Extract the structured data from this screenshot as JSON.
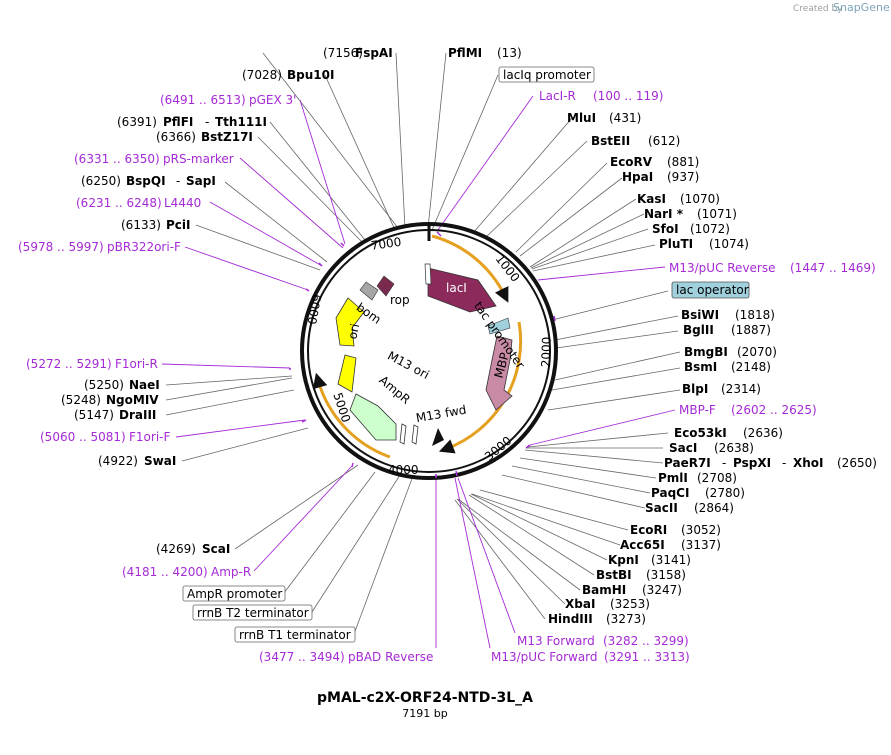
{
  "header": {
    "created_by": "Created by",
    "brand": "SnapGene"
  },
  "map": {
    "name": "pMAL-c2X-ORF24-NTD-3L_A",
    "length_label": "7191 bp",
    "ticks": [
      "1000",
      "2000",
      "3000",
      "4000",
      "5000",
      "6000",
      "7000"
    ]
  },
  "features": {
    "lacI": "lacI",
    "tac_promoter": "tac promoter",
    "mbp": "MBP",
    "m13_fwd": "M13 fwd",
    "ampr": "AmpR",
    "m13_ori": "M13 ori",
    "ori": "ori",
    "bom": "bom",
    "rop": "rop"
  },
  "labels": {
    "fspai": "FspAI",
    "fspai_pos": "(7156)",
    "pfimi": "PflMI",
    "pfimi_pos": "(13)",
    "laciq": "lacIq promoter",
    "bpu10i": "Bpu10I",
    "bpu10i_pos": "(7028)",
    "laci_r": "LacI-R",
    "laci_r_pos": "(100 .. 119)",
    "pgex3": "pGEX 3'",
    "pgex3_pos": "(6491 .. 6513)",
    "mlui": "MluI",
    "mlui_pos": "(431)",
    "pflfi": "PflFI",
    "pflfi_pos": "(6391)",
    "tth111i": "Tth111I",
    "bstz17i": "BstZ17I",
    "bstz17i_pos": "(6366)",
    "bsteii": "BstEII",
    "bsteii_pos": "(612)",
    "prs_marker": "pRS-marker",
    "prs_marker_pos": "(6331 .. 6350)",
    "ecorv": "EcoRV",
    "ecorv_pos": "(881)",
    "hpai": "HpaI",
    "hpai_pos": "(937)",
    "bspqi": "BspQI",
    "bspqi_pos": "(6250)",
    "sapi": "SapI",
    "kasi": "KasI",
    "kasi_pos": "(1070)",
    "l4440": "L4440",
    "l4440_pos": "(6231 .. 6248)",
    "nari": "NarI *",
    "nari_pos": "(1071)",
    "pcii": "PciI",
    "pcii_pos": "(6133)",
    "sfoi": "SfoI",
    "sfoi_pos": "(1072)",
    "pluti": "PluTI",
    "pluti_pos": "(1074)",
    "pbr322": "pBR322ori-F",
    "pbr322_pos": "(5978 .. 5997)",
    "m13puc_rev": "M13/pUC Reverse",
    "m13puc_rev_pos": "(1447 .. 1469)",
    "lac_operator": "lac operator",
    "bsiwi": "BsiWI",
    "bsiwi_pos": "(1818)",
    "bglii": "BglII",
    "bglii_pos": "(1887)",
    "bmgbi": "BmgBI",
    "bmgbi_pos": "(2070)",
    "f1ori_r": "F1ori-R",
    "f1ori_r_pos": "(5272 .. 5291)",
    "bsmi": "BsmI",
    "bsmi_pos": "(2148)",
    "naei": "NaeI",
    "naei_pos": "(5250)",
    "ngomiv": "NgoMIV",
    "ngomiv_pos": "(5248)",
    "blpi": "BlpI",
    "blpi_pos": "(2314)",
    "draiii": "DraIII",
    "draiii_pos": "(5147)",
    "mbp_f": "MBP-F",
    "mbp_f_pos": "(2602 .. 2625)",
    "f1ori_f": "F1ori-F",
    "f1ori_f_pos": "(5060 .. 5081)",
    "eco53ki": "Eco53kI",
    "eco53ki_pos": "(2636)",
    "saci": "SacI",
    "saci_pos": "(2638)",
    "swai": "SwaI",
    "swai_pos": "(4922)",
    "paer7i": "PaeR7I",
    "pspxi": "PspXI",
    "xhoi": "XhoI",
    "xhoi_pos": "(2650)",
    "pmli": "PmlI",
    "pmli_pos": "(2708)",
    "paqci": "PaqCI",
    "paqci_pos": "(2780)",
    "sacii": "SacII",
    "sacii_pos": "(2864)",
    "ecori": "EcoRI",
    "ecori_pos": "(3052)",
    "acc65i": "Acc65I",
    "acc65i_pos": "(3137)",
    "scai": "ScaI",
    "scai_pos": "(4269)",
    "kpni": "KpnI",
    "kpni_pos": "(3141)",
    "amp_r": "Amp-R",
    "amp_r_pos": "(4181 .. 4200)",
    "bstbi": "BstBI",
    "bstbi_pos": "(3158)",
    "ampr_promoter": "AmpR promoter",
    "bamhi": "BamHI",
    "bamhi_pos": "(3247)",
    "rrnb_t2": "rrnB T2 terminator",
    "xbai": "XbaI",
    "xbai_pos": "(3253)",
    "hindiii": "HindIII",
    "hindiii_pos": "(3273)",
    "rrnb_t1": "rrnB T1 terminator",
    "m13_forward": "M13 Forward",
    "m13_forward_pos": "(3282 .. 3299)",
    "pbad_rev": "pBAD Reverse",
    "pbad_rev_pos": "(3477 .. 3494)",
    "m13puc_fwd": "M13/pUC Forward",
    "m13puc_fwd_pos": "(3291 .. 3313)"
  },
  "colors": {
    "lacI": "#8b2a5b",
    "mbp": "#c98aa6",
    "m13_ori": "#b0b0b0",
    "ori": "#ffff00",
    "ampr": "#ccffcc",
    "rop": "#7a2a4f",
    "bom": "#a6a6a6",
    "primer": "#a52ad6",
    "arrow": "#e6a020",
    "lac_operator": "#9fd0db"
  }
}
